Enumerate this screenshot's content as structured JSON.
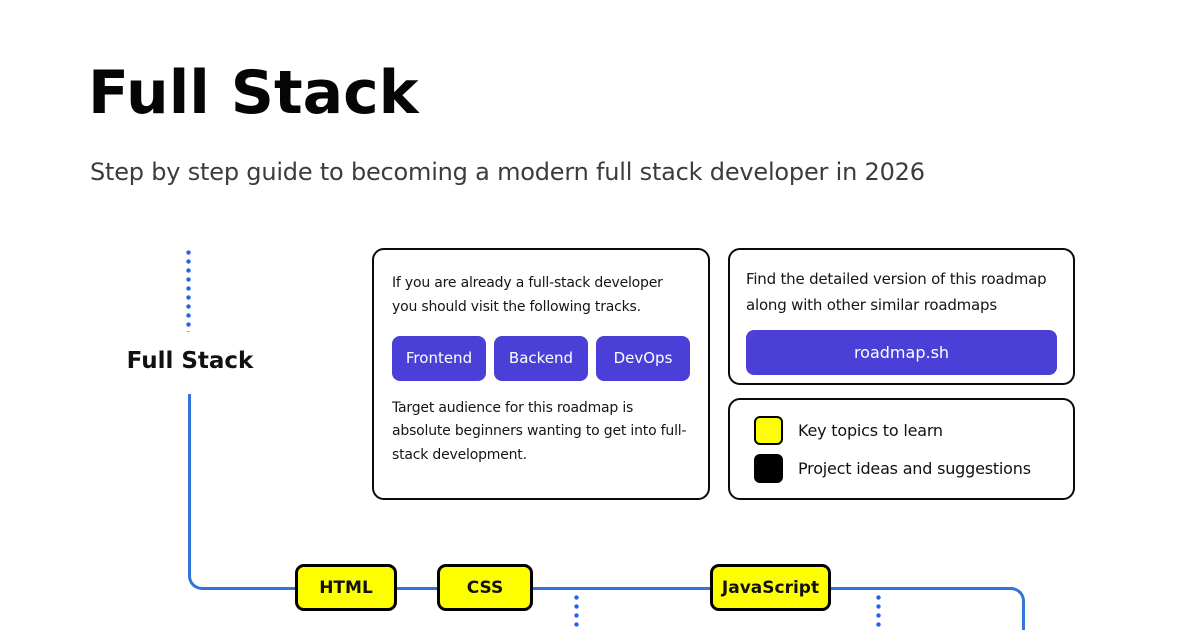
{
  "page": {
    "title": "Full Stack",
    "subtitle": "Step by step guide to becoming a modern full stack developer in 2026"
  },
  "roadmap": {
    "root_label": "Full Stack",
    "topics": [
      {
        "label": "HTML"
      },
      {
        "label": "CSS"
      },
      {
        "label": "JavaScript"
      }
    ]
  },
  "info_box": {
    "intro": "If you are already a full-stack developer you should visit the following tracks.",
    "tracks": [
      {
        "label": "Frontend"
      },
      {
        "label": "Backend"
      },
      {
        "label": "DevOps"
      }
    ],
    "audience": "Target audience for this roadmap is absolute beginners wanting to get into full-stack development."
  },
  "detail_box": {
    "text": "Find the detailed version of this roadmap along with other similar roadmaps",
    "button_label": "roadmap.sh"
  },
  "legend": {
    "items": [
      {
        "swatch": "yellow",
        "label": "Key topics to learn"
      },
      {
        "swatch": "black",
        "label": "Project ideas and suggestions"
      }
    ]
  },
  "colors": {
    "accent_indigo": "#4a40d8",
    "topic_yellow": "#fdff00",
    "line_blue": "#3374dc",
    "dot_blue": "#2563eb",
    "legend_black": "#000000"
  }
}
